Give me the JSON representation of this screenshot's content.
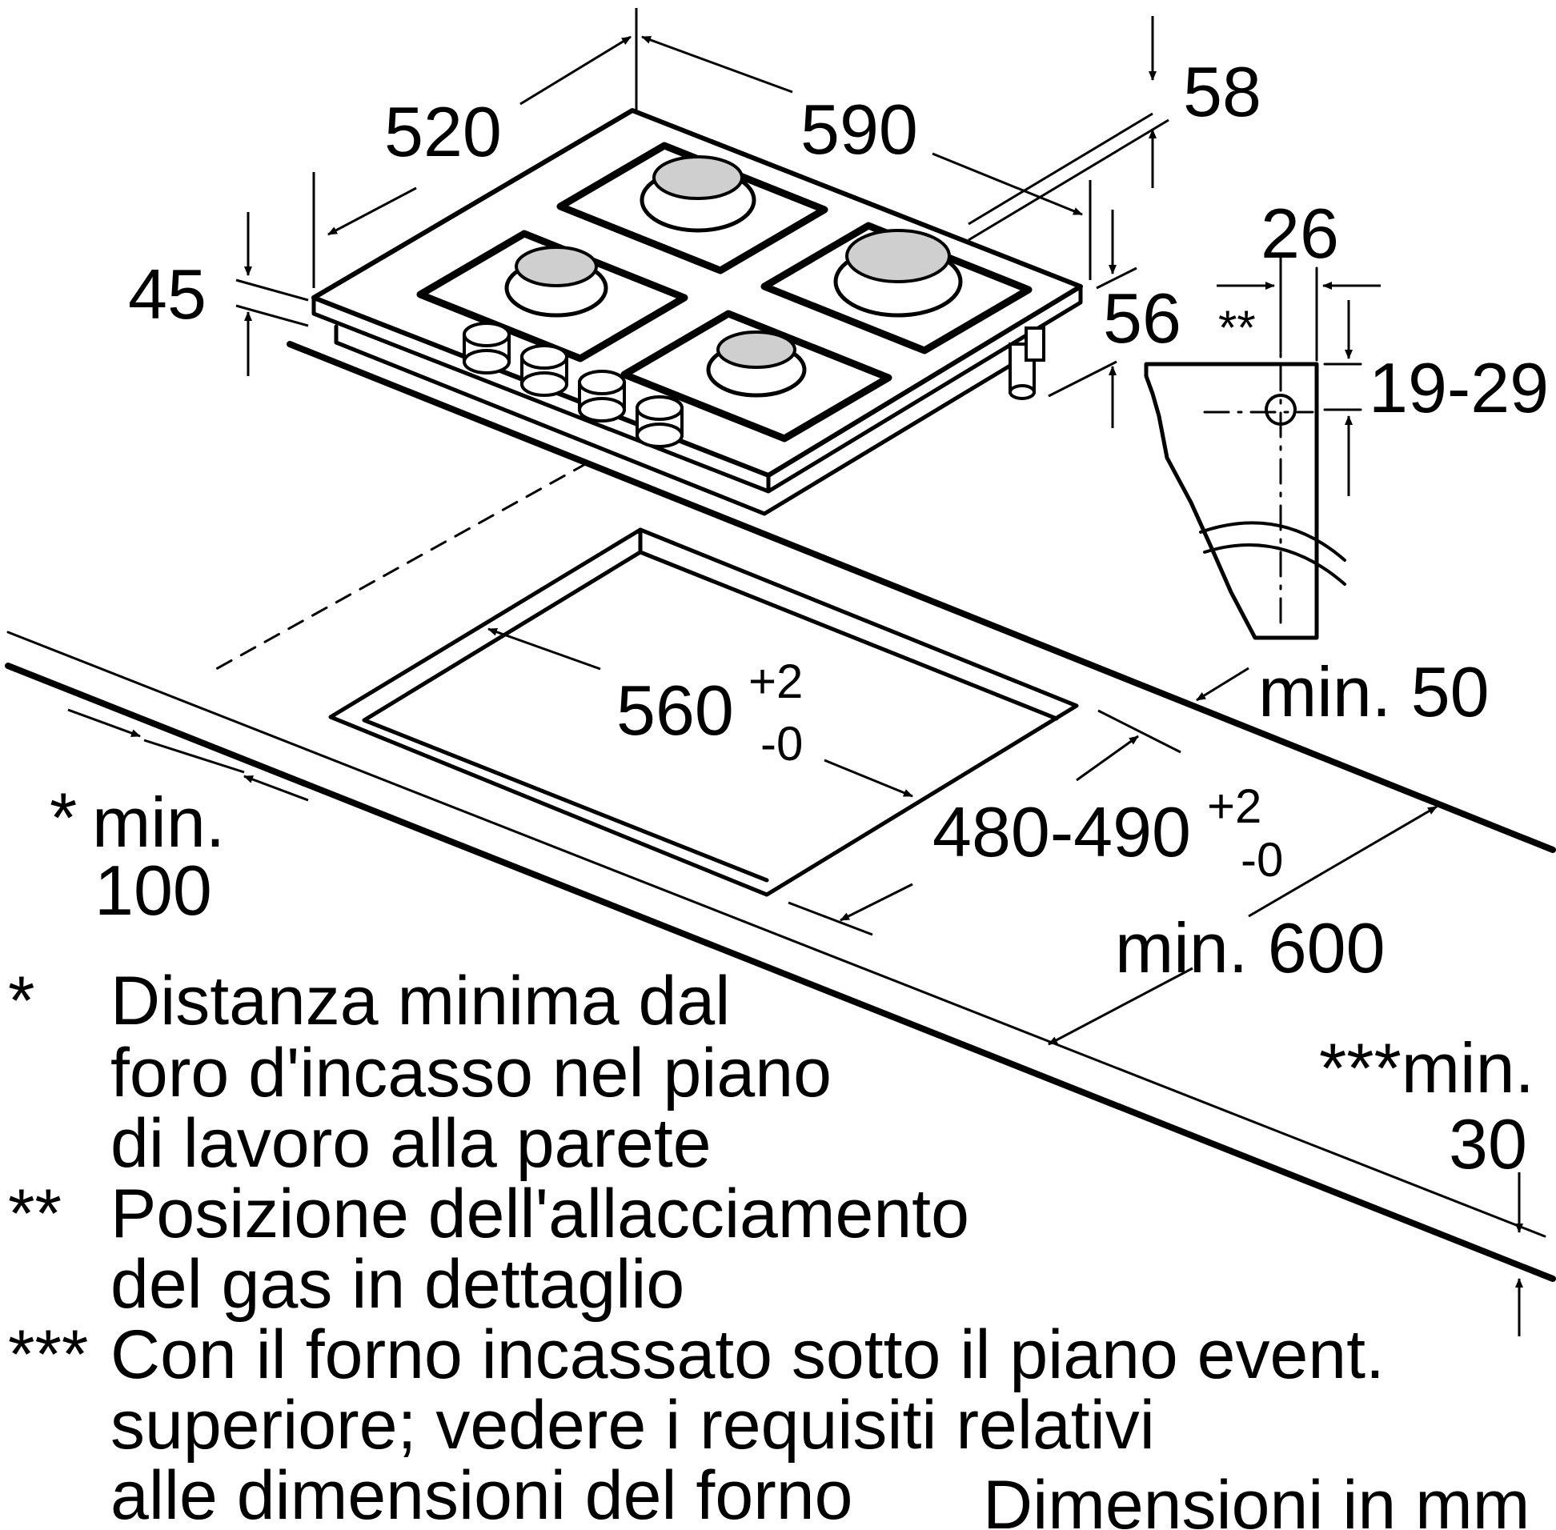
{
  "dimensions": {
    "width_depth": "520",
    "width_overall": "590",
    "height_top": "58",
    "height_left": "45",
    "height_right": "56",
    "offset_26": "26",
    "gas_marker": "**",
    "range_19_29": "19-29",
    "cutout_width": "560",
    "cutout_width_tol_plus": "+2",
    "cutout_width_tol_minus": "-0",
    "cutout_depth": "480-490",
    "cutout_depth_tol_plus": "+2",
    "cutout_depth_tol_minus": "-0",
    "min_50": "min. 50",
    "min_100_marker": "*",
    "min_100_label": "min.",
    "min_100_value": "100",
    "min_600": "min. 600",
    "min_30_label": "***min.",
    "min_30_value": "30"
  },
  "notes": [
    {
      "marker": "*",
      "lines": [
        "Distanza minima dal",
        "foro d'incasso nel piano",
        "di lavoro alla parete"
      ]
    },
    {
      "marker": "**",
      "lines": [
        "Posizione dell'allacciamento",
        "del gas in dettaglio"
      ]
    },
    {
      "marker": "***",
      "lines": [
        "Con il forno incassato sotto il piano event.",
        "superiore; vedere i requisiti relativi",
        "alle dimensioni del forno"
      ]
    }
  ],
  "units_note": "Dimensioni in mm"
}
